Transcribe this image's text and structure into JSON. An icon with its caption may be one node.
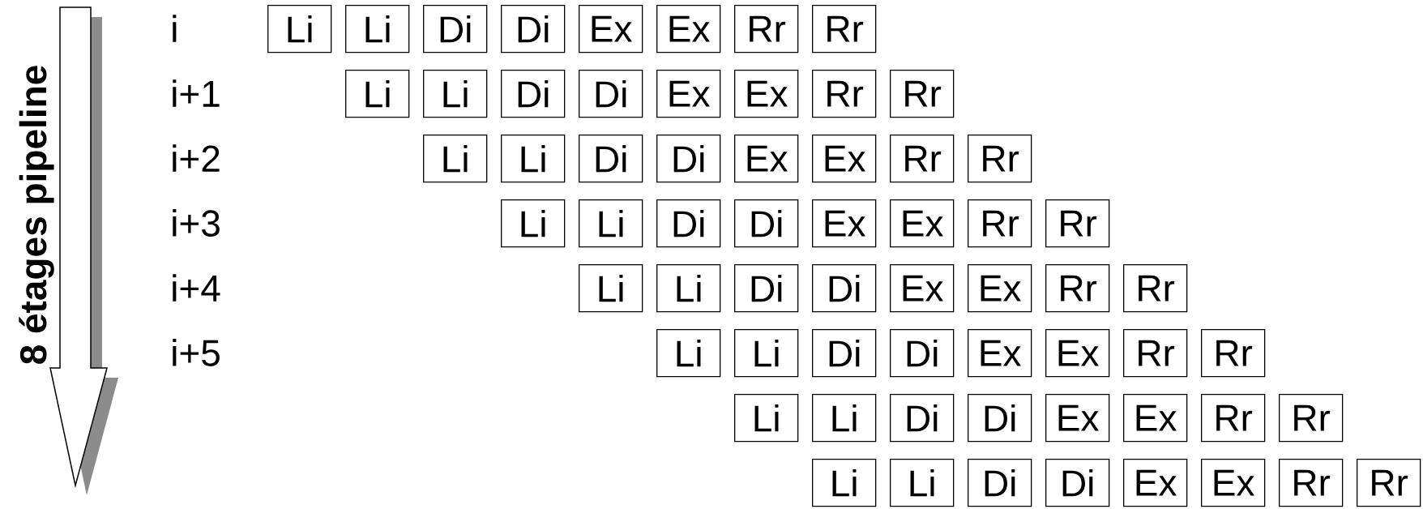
{
  "diagram": {
    "nodes": [
      {
        "text": [
          "Li"
        ]
      },
      {
        "text": [
          "Li"
        ]
      },
      {
        "text": [
          "Di"
        ]
      },
      {
        "text": [
          "Di"
        ]
      },
      {
        "text": [
          "Ex"
        ]
      },
      {
        "text": [
          "Ex"
        ]
      },
      {
        "text": [
          "Rr"
        ]
      },
      {
        "text": [
          "Rr"
        ]
      },
      {
        "text": [
          "Li"
        ]
      },
      {
        "text": [
          "Li"
        ]
      },
      {
        "text": [
          "Di"
        ]
      },
      {
        "text": [
          "Di"
        ]
      },
      {
        "text": [
          "Ex"
        ]
      },
      {
        "text": [
          "Ex"
        ]
      },
      {
        "text": [
          "Rr"
        ]
      },
      {
        "text": [
          "Rr"
        ]
      },
      {
        "text": [
          "Li"
        ]
      },
      {
        "text": [
          "Li"
        ]
      },
      {
        "text": [
          "Di"
        ]
      },
      {
        "text": [
          "Di"
        ]
      },
      {
        "text": [
          "Ex"
        ]
      },
      {
        "text": [
          "Ex"
        ]
      },
      {
        "text": [
          "Rr"
        ]
      },
      {
        "text": [
          "Rr"
        ]
      },
      {
        "text": [
          "Li"
        ]
      },
      {
        "text": [
          "Li"
        ]
      },
      {
        "text": [
          "Di"
        ]
      },
      {
        "text": [
          "Di"
        ]
      },
      {
        "text": [
          "Ex"
        ]
      },
      {
        "text": [
          "Ex"
        ]
      },
      {
        "text": [
          "Rr"
        ]
      },
      {
        "text": [
          "Rr"
        ]
      },
      {
        "text": [
          "Li"
        ]
      },
      {
        "text": [
          "Li"
        ]
      },
      {
        "text": [
          "Di"
        ]
      },
      {
        "text": [
          "Di"
        ]
      },
      {
        "text": [
          "Ex"
        ]
      },
      {
        "text": [
          "Ex"
        ]
      },
      {
        "text": [
          "Rr"
        ]
      },
      {
        "text": [
          "Rr"
        ]
      },
      {
        "text": [
          "Li"
        ]
      },
      {
        "text": [
          "Li"
        ]
      },
      {
        "text": [
          "Di"
        ]
      },
      {
        "text": [
          "Di"
        ]
      },
      {
        "text": [
          "Ex"
        ]
      },
      {
        "text": [
          "Ex"
        ]
      },
      {
        "text": [
          "Rr"
        ]
      },
      {
        "text": [
          "Rr"
        ]
      },
      {
        "text": [
          "Li"
        ]
      },
      {
        "text": [
          "Li"
        ]
      },
      {
        "text": [
          "Di"
        ]
      },
      {
        "text": [
          "Di"
        ]
      },
      {
        "text": [
          "Ex"
        ]
      },
      {
        "text": [
          "Ex"
        ]
      },
      {
        "text": [
          "Rr"
        ]
      },
      {
        "text": [
          "Rr"
        ]
      },
      {
        "text": [
          "Li"
        ]
      },
      {
        "text": [
          "Li"
        ]
      },
      {
        "text": [
          "Di"
        ]
      },
      {
        "text": [
          "Di"
        ]
      },
      {
        "text": [
          "Ex"
        ]
      },
      {
        "text": [
          "Ex"
        ]
      },
      {
        "text": [
          "Rr"
        ]
      },
      {
        "text": [
          "Rr"
        ]
      }
    ],
    "labels": [
      "8 étages pipeline",
      "i",
      "i+1",
      "i+2",
      "i+3",
      "i+4",
      "i+5"
    ]
  }
}
